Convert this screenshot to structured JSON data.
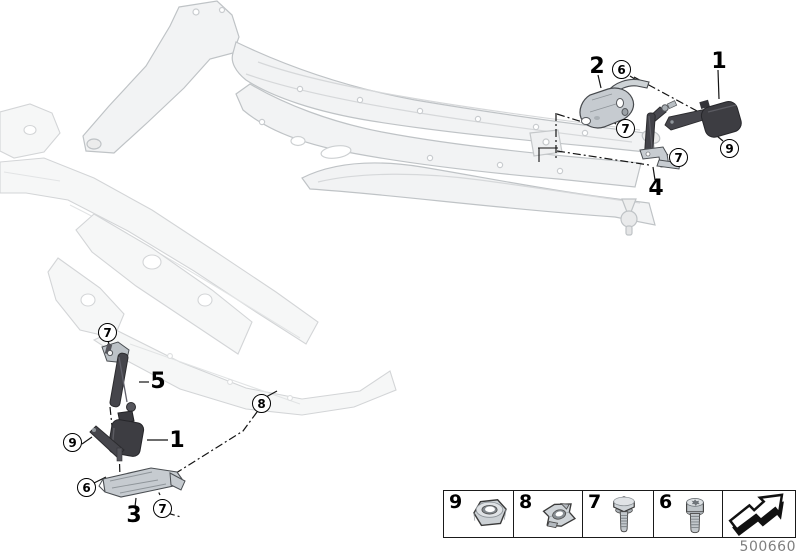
{
  "drawing_number": "500660",
  "callouts": [
    {
      "number": "6"
    },
    {
      "number": "7"
    },
    {
      "number": "7"
    },
    {
      "number": "9"
    },
    {
      "number": "7"
    },
    {
      "number": "9"
    },
    {
      "number": "6"
    },
    {
      "number": "7"
    },
    {
      "number": "8"
    }
  ],
  "part_labels": [
    {
      "number": "2"
    },
    {
      "number": "1"
    },
    {
      "number": "4"
    },
    {
      "number": "5"
    },
    {
      "number": "1"
    },
    {
      "number": "3"
    }
  ],
  "legend": {
    "cells": [
      {
        "number": "9",
        "icon": "hex-nut-icon"
      },
      {
        "number": "8",
        "icon": "cage-nut-clip-icon"
      },
      {
        "number": "7",
        "icon": "hex-bolt-icon"
      },
      {
        "number": "6",
        "icon": "torx-screw-icon"
      },
      {
        "number": "",
        "icon": "direction-arrow-icon"
      }
    ]
  }
}
